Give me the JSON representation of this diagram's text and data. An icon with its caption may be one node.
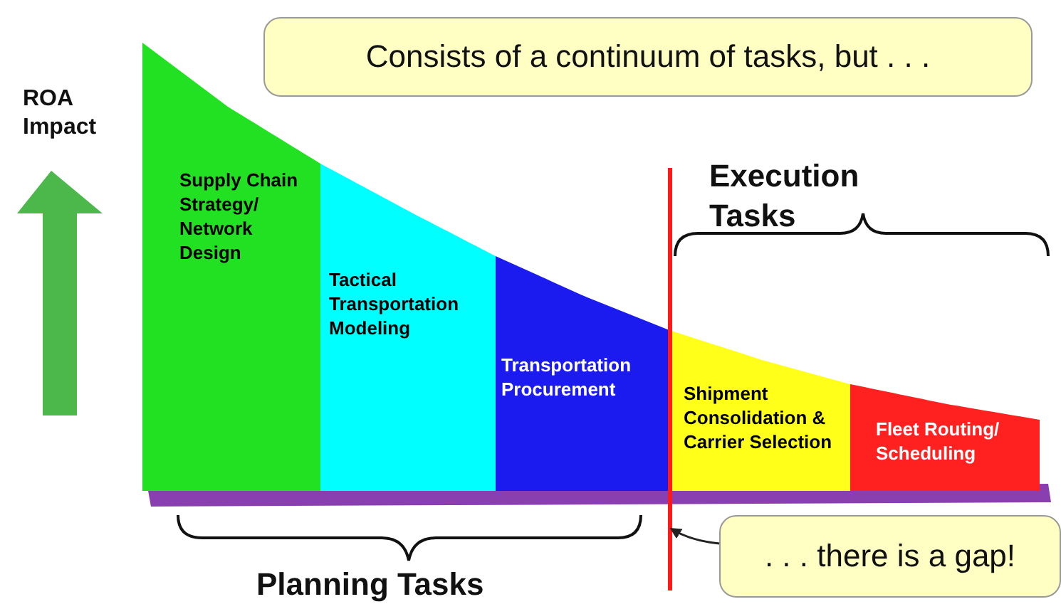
{
  "diagram": {
    "nodes": [
      {
        "text": [
          "Consists of a continuum of tasks, but . . ."
        ]
      },
      {
        "text": [
          "Supply Chain Strategy/ Network Design"
        ]
      },
      {
        "text": [
          "Tactical Transportation Modeling"
        ]
      },
      {
        "text": [
          "Transportation Procurement"
        ]
      },
      {
        "text": [
          "Shipment Consolidation & Carrier Selection"
        ]
      },
      {
        "text": [
          "Fleet Routing/ Scheduling"
        ]
      },
      {
        "text": [
          ". . . there is a gap!"
        ]
      },
      {
        "text": [],
        "shape": "bar"
      }
    ],
    "edges": [
      {
        "from": 6,
        "to": 7,
        "arrow": "to"
      }
    ],
    "labels": [
      "ROA Impact",
      "Execution Tasks",
      "Planning Tasks"
    ]
  }
}
